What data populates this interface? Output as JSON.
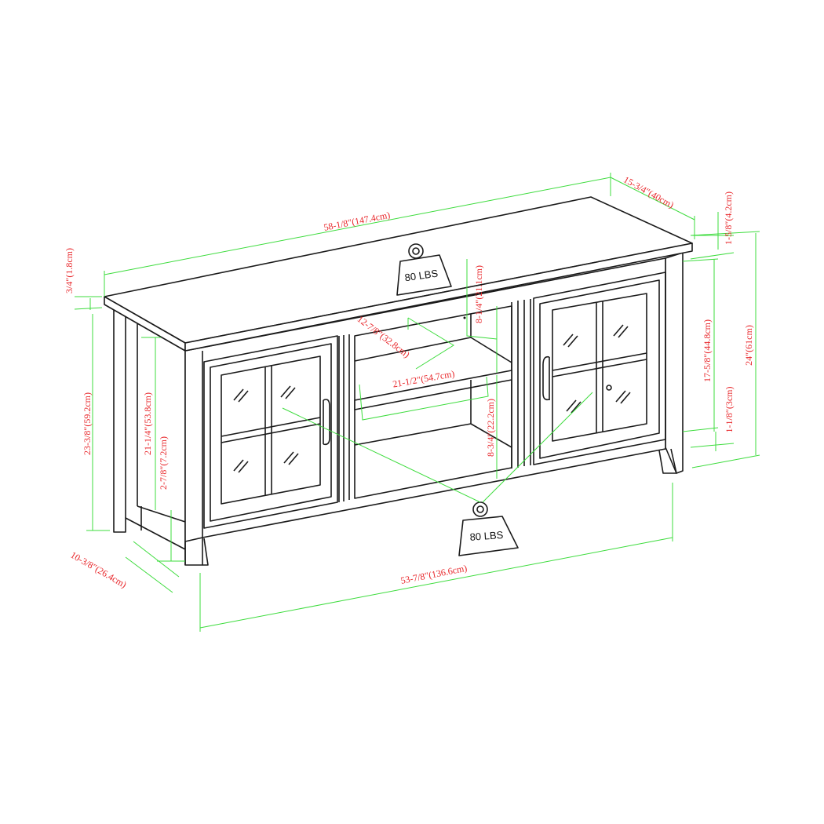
{
  "weight_labels": {
    "top_surface": "80 LBS",
    "shelf": "80 LBS"
  },
  "colors": {
    "outline": "#1a1a1a",
    "dimension_line": "#3ddc3d",
    "dimension_text": "#e8262a"
  },
  "dimensions": {
    "overall_width": "58-1/8″(147.4cm)",
    "overall_depth": "15-3/4″(40cm)",
    "top_thickness_right": "1-5/8″(4.2cm)",
    "top_overhang": "3/4″(1.8cm)",
    "shelf_depth": "12-7/8″(32.8cm)",
    "upper_opening_height": "8-1/4″(21.1cm)",
    "shelf_width": "21-1/2″(54.7cm)",
    "cabinet_height": "17-5/8″(44.8cm)",
    "overall_height": "24″(61cm)",
    "bottom_rail": "1-1/8″(3cm)",
    "side_height": "23-3/8″(59.2cm)",
    "leg_inner_height": "21-1/4″(53.8cm)",
    "leg_clearance": "2-7/8″(7.2cm)",
    "lower_opening_height": "8-3/4″(22.2cm)",
    "base_depth": "10-3/8″(26.4cm)",
    "base_width": "53-7/8″(136.6cm)"
  }
}
